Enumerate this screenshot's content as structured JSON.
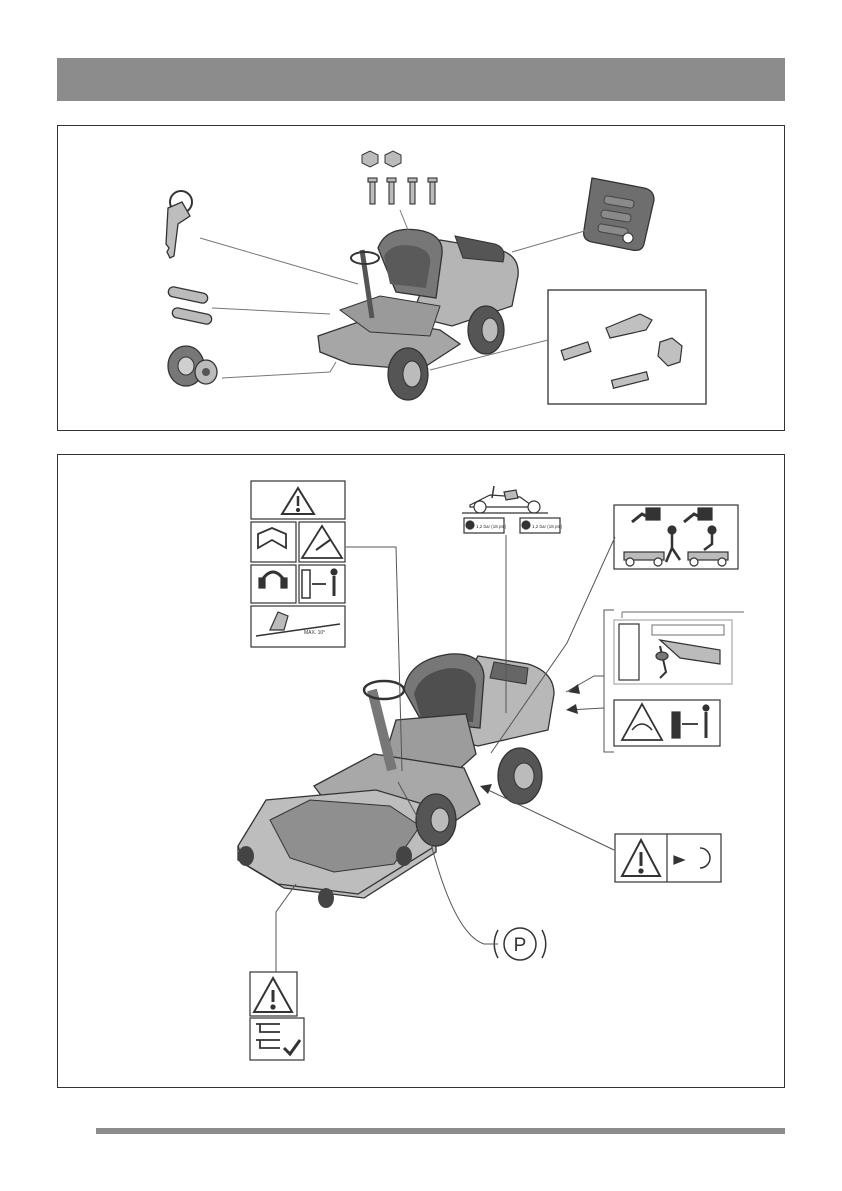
{
  "decals": {
    "tire_pressure_left": "1,2 bar (18 psi)",
    "tire_pressure_right": "1,2 bar (18 psi)",
    "slope_limit": "MAX. 10°",
    "parking_symbol": "P"
  },
  "colors": {
    "header_bar": "#8c8c8c",
    "frame": "#333333",
    "machine_body": "#9a9a9a",
    "machine_dark": "#555555"
  }
}
